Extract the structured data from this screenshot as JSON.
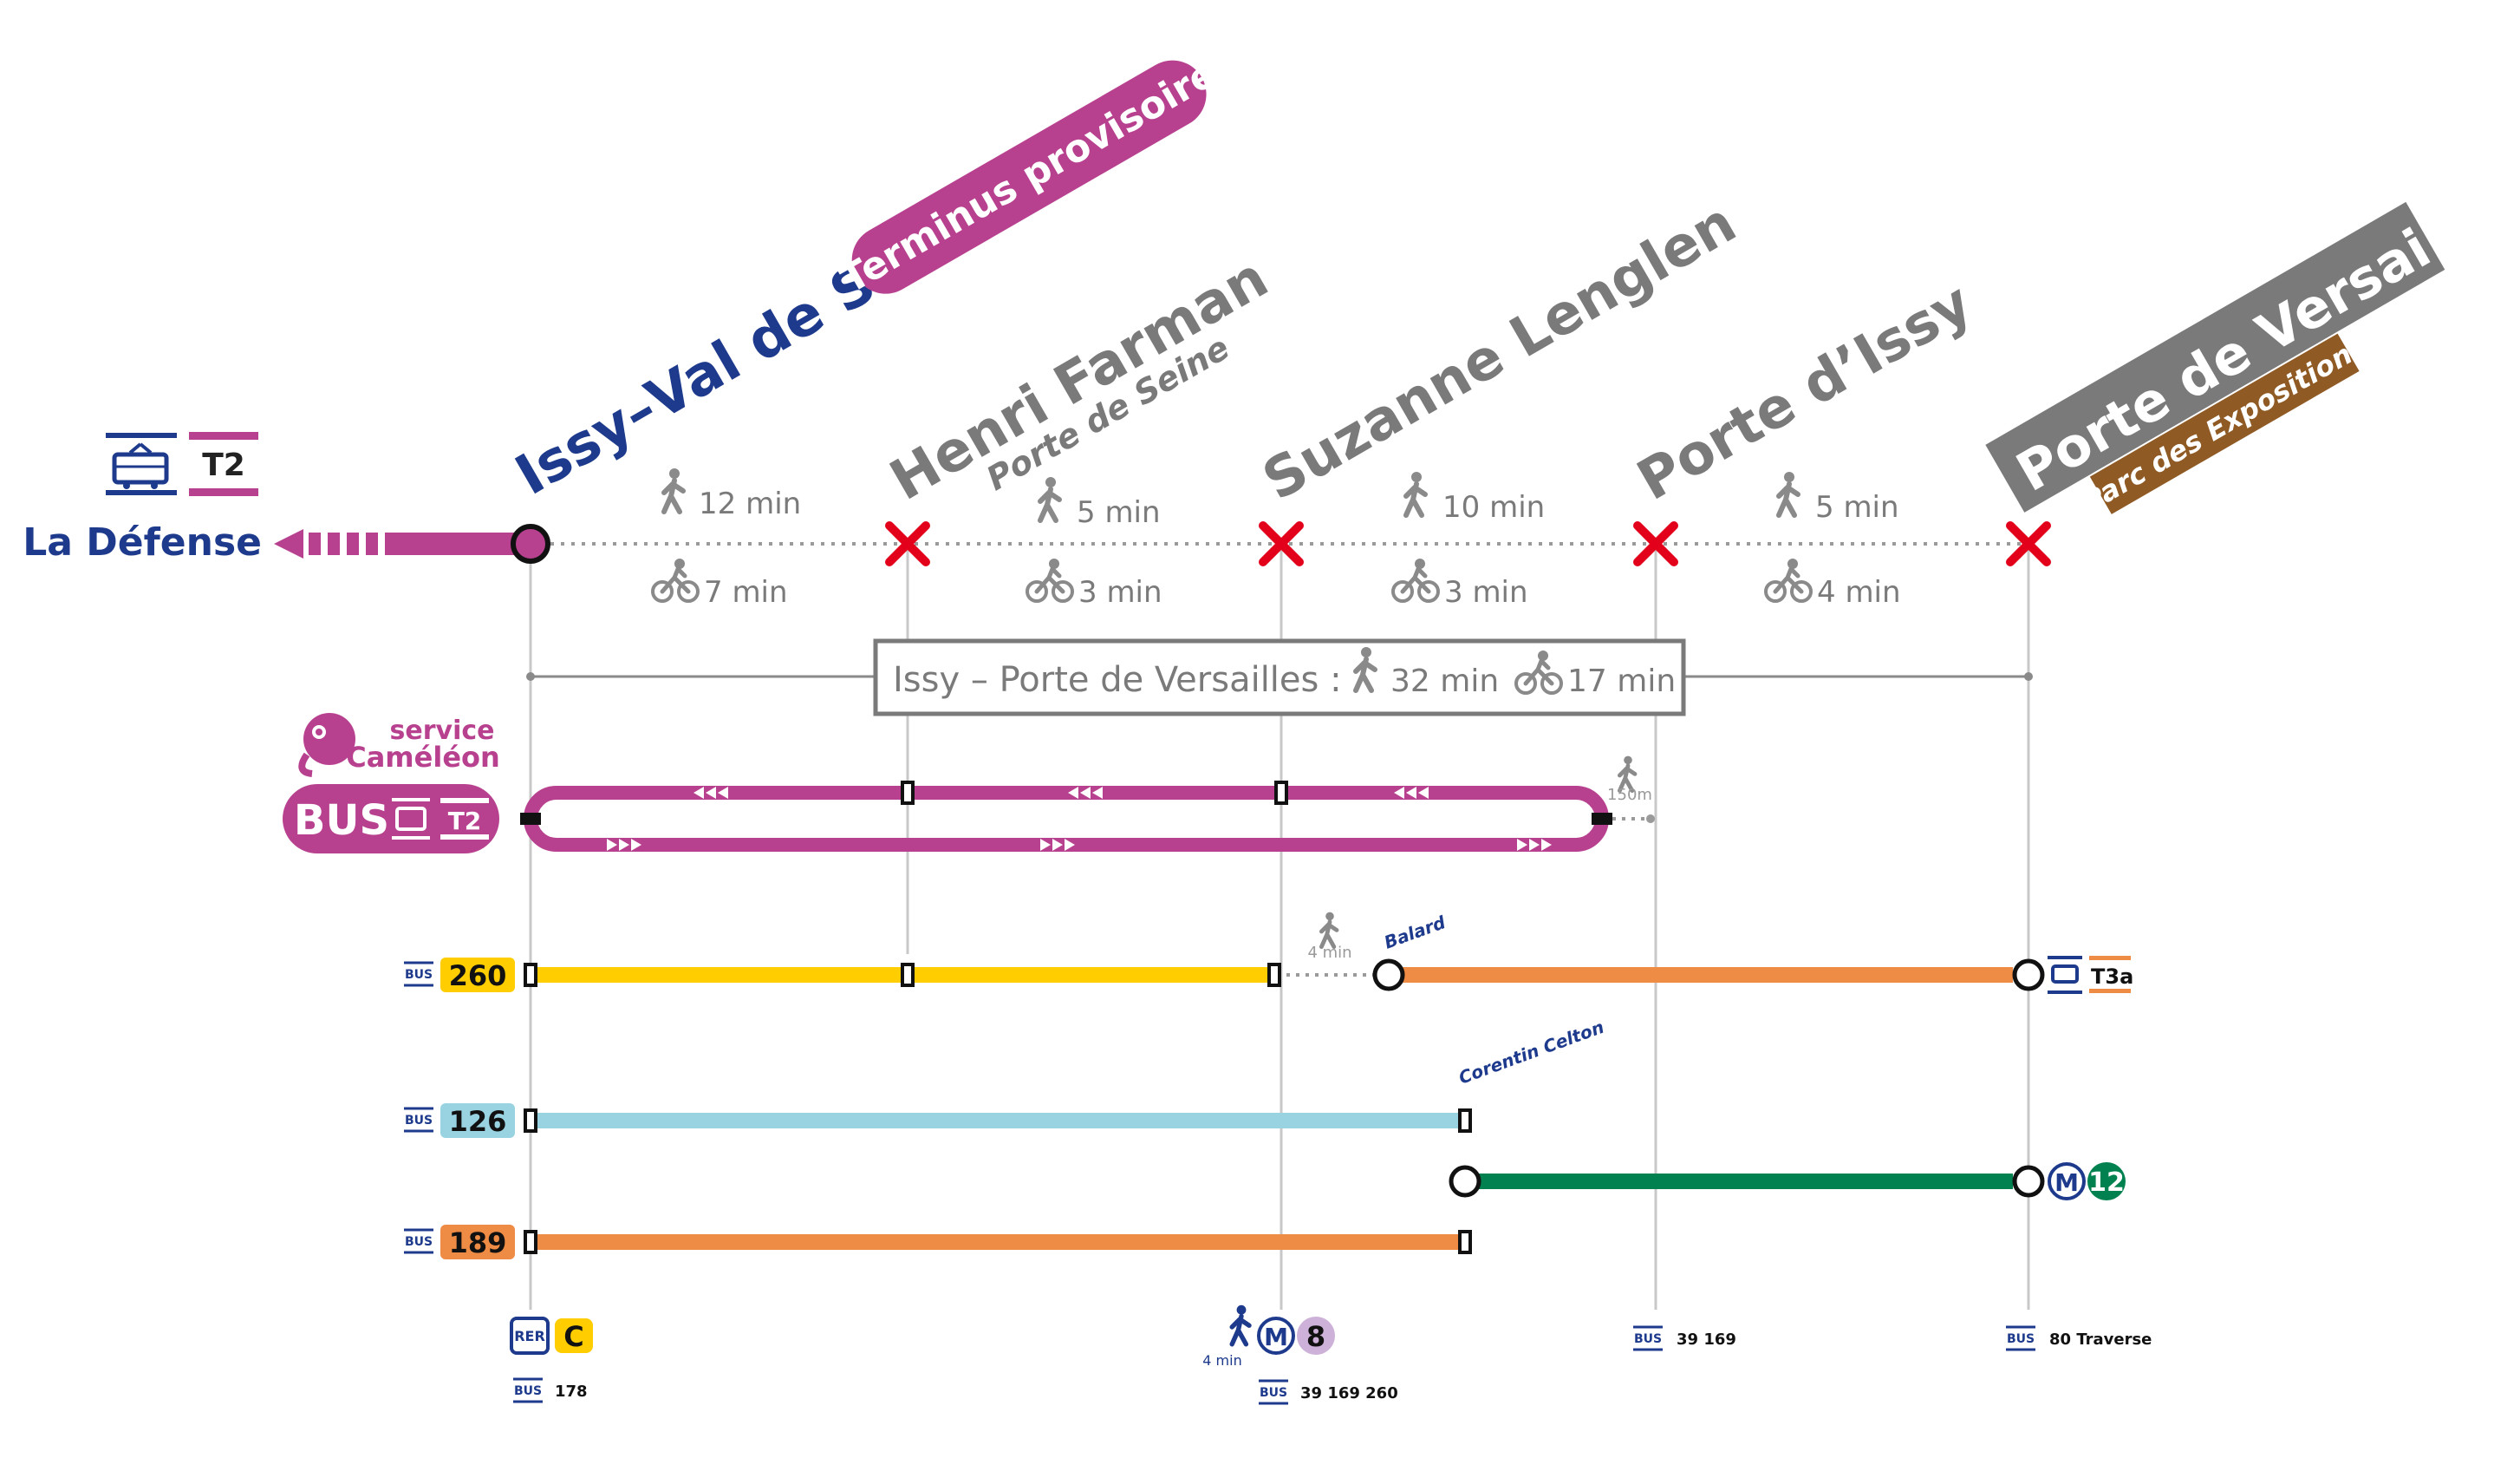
{
  "colors": {
    "navy": "#1d3a8c",
    "magenta": "#b8418f",
    "gray": "#7a7a7a",
    "red": "#e3001b",
    "yellow": "#ffcd00",
    "orange": "#ee8b44",
    "lightblue": "#99d3e2",
    "green": "#00814f",
    "brown": "#8f5a24",
    "lilac": "#cdb1d8"
  },
  "line": {
    "mode_badge": "T2",
    "direction": "La Défense"
  },
  "stations": [
    {
      "name": "Issy–Val de Seine",
      "status": "open",
      "tag": "Terminus provisoire"
    },
    {
      "name": "Henri Farman",
      "sub": "Porte de Seine",
      "status": "closed"
    },
    {
      "name": "Suzanne Lenglen",
      "status": "closed"
    },
    {
      "name": "Porte d’Issy",
      "status": "closed"
    },
    {
      "name": "Porte de Versailles",
      "status": "closed",
      "tag": "Parc des Expositions"
    }
  ],
  "segments": [
    {
      "walk": "12 min",
      "bike": "7 min"
    },
    {
      "walk": "5 min",
      "bike": "3 min"
    },
    {
      "walk": "10 min",
      "bike": "3 min"
    },
    {
      "walk": "5 min",
      "bike": "4 min"
    }
  ],
  "total": {
    "label": "Issy – Porte de Versailles :",
    "walk": "32 min",
    "bike": "17 min"
  },
  "cameleon": {
    "service_label": "service",
    "name": "Caméléon",
    "bus_label": "BUS",
    "tram_badge": "T2",
    "walk_distance": "150m"
  },
  "bus_lines": [
    {
      "number": "260",
      "color": "#ffcd00",
      "transfer_walk": "4 min",
      "transfer_stop": "Balard",
      "end_connection": "T3a"
    },
    {
      "number": "126",
      "color": "#99d3e2",
      "end_stop": "Corentin Celton"
    },
    {
      "number": "189",
      "color": "#ee8b44"
    }
  ],
  "metro12": {
    "badge": "M",
    "number": "12"
  },
  "bus_small_label": "BUS",
  "connections": {
    "issy": {
      "rer_label": "RER",
      "rer_line": "C",
      "bus": "178"
    },
    "lenglen": {
      "walk": "4 min",
      "metro_label": "M",
      "metro_line": "8",
      "bus": "39  169  260"
    },
    "porte_issy": {
      "bus": "39  169"
    },
    "versailles": {
      "bus": "80  Traverse"
    }
  }
}
